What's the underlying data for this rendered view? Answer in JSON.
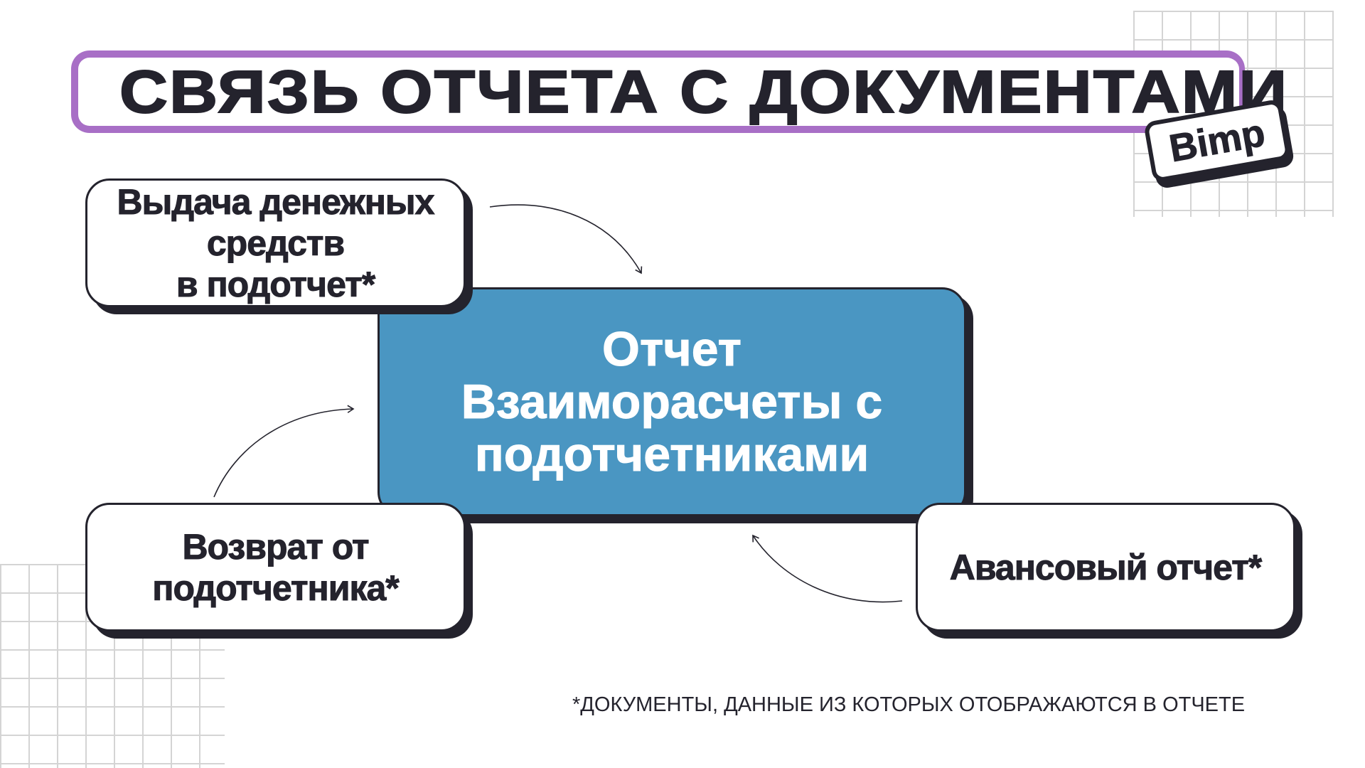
{
  "title": "СВЯЗЬ ОТЧЕТА С ДОКУМЕНТАМИ",
  "logo": "Bimp",
  "center": {
    "lines": [
      "Отчет",
      "Взаиморасчеты с",
      "подотчетниками"
    ]
  },
  "nodes": {
    "issue": {
      "lines": [
        "Выдача денежных",
        "средств",
        "в подотчет*"
      ]
    },
    "return": {
      "lines": [
        "Возврат от",
        "подотчетника*"
      ]
    },
    "advance": {
      "lines": [
        "Авансовый отчет*"
      ]
    }
  },
  "footnote": "*ДОКУМЕНТЫ, ДАННЫЕ ИЗ КОТОРЫХ ОТОБРАЖАЮТСЯ В ОТЧЕТЕ",
  "colors": {
    "accent_purple": "#a86fc6",
    "center_blue": "#4a96c2",
    "ink": "#24232d"
  }
}
